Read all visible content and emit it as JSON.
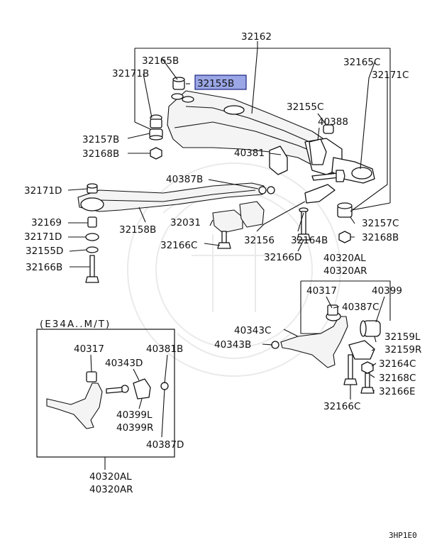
{
  "parts": {
    "p32162": "32162",
    "p32165B": "32165B",
    "p32165C": "32165C",
    "p32171B": "32171B",
    "p32171C": "32171C",
    "p32155B": "32155B",
    "p32155C": "32155C",
    "p40388": "40388",
    "p32157B": "32157B",
    "p32168B_left": "32168B",
    "p40381": "40381",
    "p40387B": "40387B",
    "p32171D_top": "32171D",
    "p32169": "32169",
    "p32171D_mid": "32171D",
    "p32155D": "32155D",
    "p32166B": "32166B",
    "p32158B": "32158B",
    "p32031": "32031",
    "p32166C_center": "32166C",
    "p32156": "32156",
    "p32164B": "32164B",
    "p32166D": "32166D",
    "p32157C": "32157C",
    "p32168B_right": "32168B",
    "p40320AL_top": "40320AL",
    "p40320AR_top": "40320AR",
    "p40317_right": "40317",
    "p40399": "40399",
    "p40387C": "40387C",
    "p40343C": "40343C",
    "p40343B": "40343B",
    "p32159L": "32159L",
    "p32159R": "32159R",
    "p32164C": "32164C",
    "p32168C": "32168C",
    "p32166E": "32166E",
    "p32166C_right": "32166C",
    "inset_title": "(E34A..M/T)",
    "p40317_inset": "40317",
    "p40381B": "40381B",
    "p40343D": "40343D",
    "p40399L": "40399L",
    "p40399R": "40399R",
    "p40387D": "40387D",
    "p40320AL_bottom": "40320AL",
    "p40320AR_bottom": "40320AR",
    "diagram_code": "3HP1E0"
  },
  "highlight": {
    "color": "#9aa6e6",
    "border": "#1a237e",
    "part": "32155B"
  }
}
